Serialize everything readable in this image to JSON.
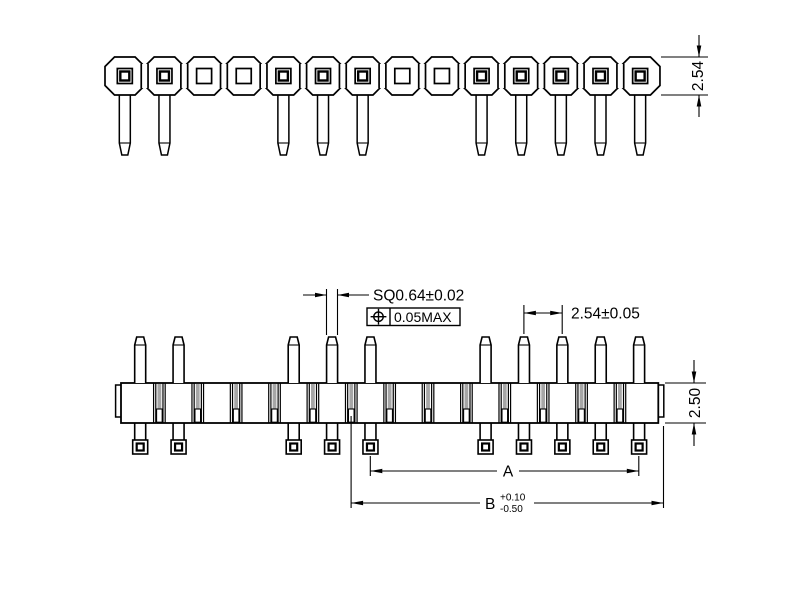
{
  "drawing": {
    "colors": {
      "line": "#000000",
      "background": "#ffffff",
      "web_fill": "#a6a6a6"
    },
    "header": {
      "positions": 14,
      "pin_positions": [
        1,
        2,
        5,
        6,
        7,
        10,
        11,
        12,
        13,
        14
      ]
    },
    "dimensions": {
      "top_pitch": "2.54",
      "pin_square": "SQ0.64±0.02",
      "fcf_symbol_icon": "position-tolerance",
      "fcf_value": "0.05MAX",
      "front_pitch": "2.54±0.05",
      "body_height": "2.50",
      "dim_a": "A",
      "dim_b": "B",
      "dim_b_upper": "+0.10",
      "dim_b_lower": "-0.50"
    }
  }
}
